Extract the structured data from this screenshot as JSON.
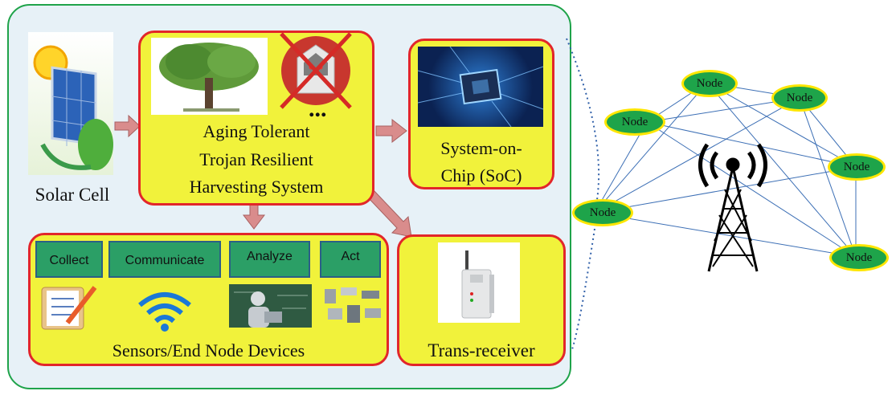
{
  "harvesting": {
    "line1": "Aging Tolerant",
    "line2": "Trojan Resilient",
    "line3": "Harvesting System",
    "ellipsis": "..."
  },
  "solar": {
    "label": "Solar Cell"
  },
  "soc": {
    "line1": "System-on-",
    "line2": "Chip (SoC)"
  },
  "sensors": {
    "title": "Sensors/End Node Devices",
    "steps": [
      "Collect",
      "Communicate",
      "Analyze",
      "Act"
    ]
  },
  "transreceiver": {
    "label": "Trans-receiver"
  },
  "network": {
    "nodes": [
      "Node",
      "Node",
      "Node",
      "Node",
      "Node",
      "Node"
    ]
  },
  "colors": {
    "box_fill": "#f1f23b",
    "box_border": "#e2262a",
    "outer_border": "#1fa34a",
    "node_fill": "#1ea44a",
    "node_border": "#ffe600",
    "arrow": "#d98c8c"
  }
}
